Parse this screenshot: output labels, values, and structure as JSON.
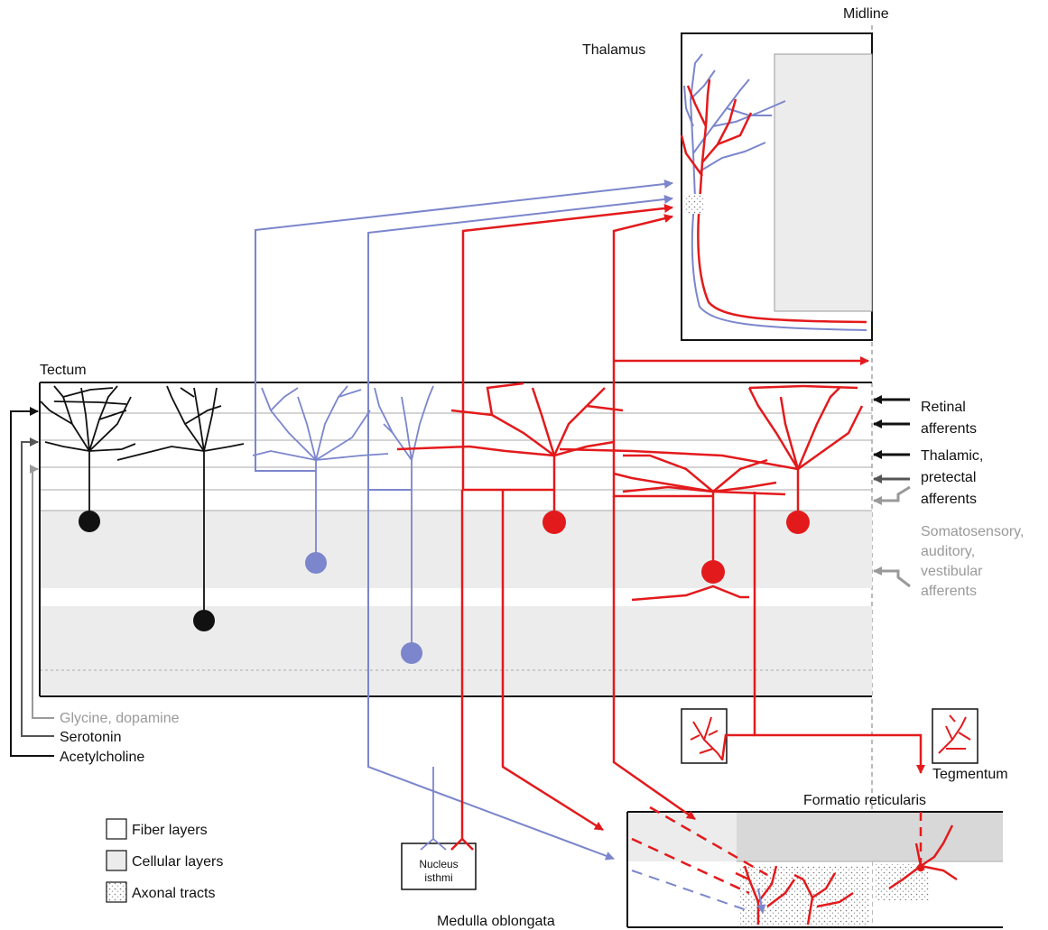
{
  "labels": {
    "midline": "Midline",
    "thalamus": "Thalamus",
    "tectum": "Tectum",
    "retinal_1": "Retinal",
    "retinal_2": "afferents",
    "thalamic_1": "Thalamic,",
    "thalamic_2": "pretectal",
    "thalamic_3": "afferents",
    "somato_1": "Somatosensory,",
    "somato_2": "auditory,",
    "somato_3": "vestibular",
    "somato_4": "afferents",
    "glycine": "Glycine, dopamine",
    "serotonin": "Serotonin",
    "acetylcholine": "Acetylcholine",
    "tegmentum": "Tegmentum",
    "formatio": "Formatio reticularis",
    "medulla": "Medulla oblongata",
    "nucleus_1": "Nucleus",
    "nucleus_2": "isthmi"
  },
  "legend": [
    {
      "label": "Fiber layers",
      "swatch": "fiber"
    },
    {
      "label": "Cellular layers",
      "swatch": "cellular"
    },
    {
      "label": "Axonal tracts",
      "swatch": "axonal"
    }
  ],
  "colors": {
    "red": "#e31a1c",
    "blue": "#7b86cc",
    "black": "#111111",
    "dark_gray": "#555555",
    "light_gray": "#9a9a9a",
    "cell_fill": "#ececec",
    "formatio_fill": "#d8d8d8"
  }
}
